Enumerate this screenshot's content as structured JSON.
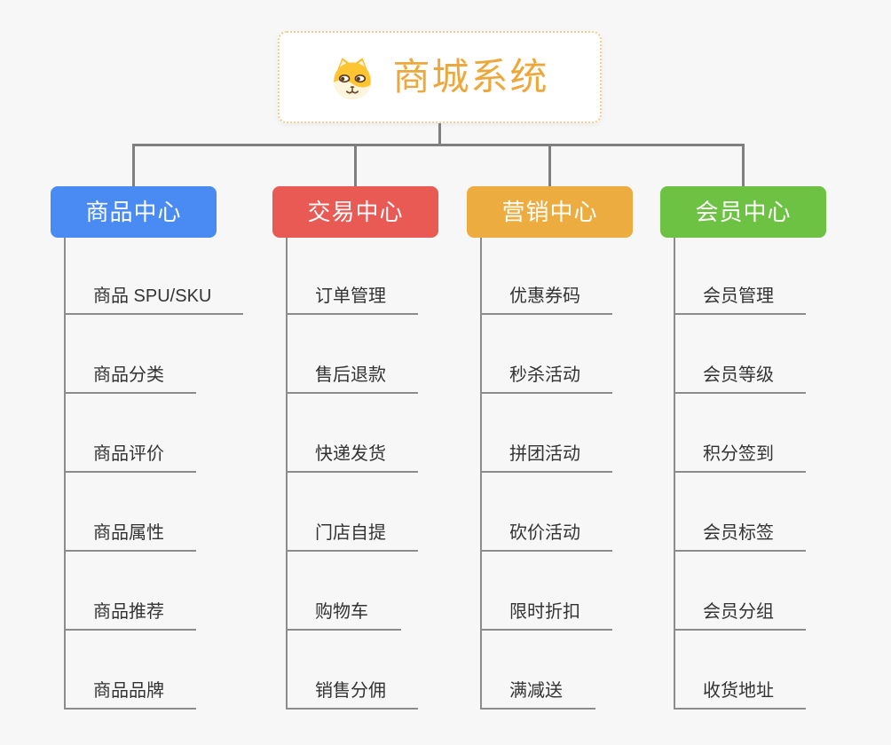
{
  "page": {
    "background": "#f7f7f7"
  },
  "root": {
    "title": "商城系统",
    "title_color": "#ECA83C",
    "border_color": "#F5CD8F",
    "icon": "dog-face-icon"
  },
  "connector_color": "#7F7F7F",
  "child_line_color": "#8C8C8C",
  "branches": [
    {
      "label": "商品中心",
      "color": "#4A8BF3",
      "children": [
        "商品 SPU/SKU",
        "商品分类",
        "商品评价",
        "商品属性",
        "商品推荐",
        "商品品牌"
      ]
    },
    {
      "label": "交易中心",
      "color": "#E95A54",
      "children": [
        "订单管理",
        "售后退款",
        "快递发货",
        "门店自提",
        "购物车",
        "销售分佣"
      ]
    },
    {
      "label": "营销中心",
      "color": "#ECAC3F",
      "children": [
        "优惠券码",
        "秒杀活动",
        "拼团活动",
        "砍价活动",
        "限时折扣",
        "满减送"
      ]
    },
    {
      "label": "会员中心",
      "color": "#6DC244",
      "children": [
        "会员管理",
        "会员等级",
        "积分签到",
        "会员标签",
        "会员分组",
        "收货地址"
      ]
    }
  ]
}
